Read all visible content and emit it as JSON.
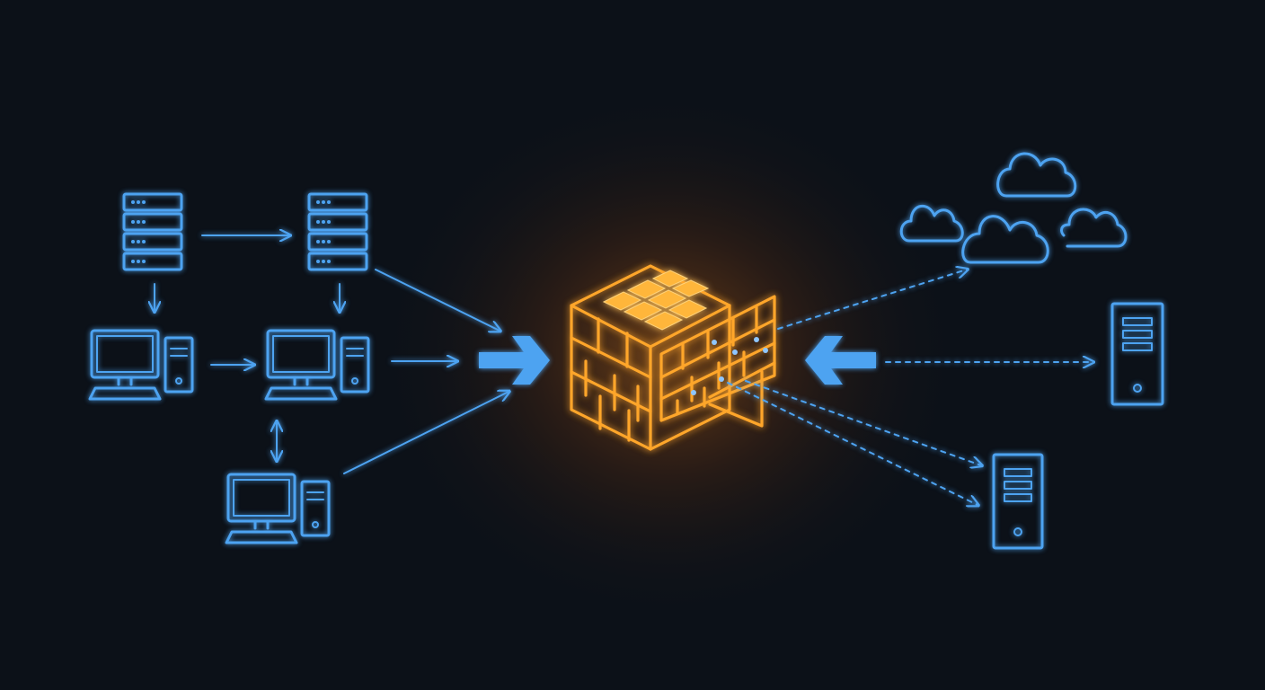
{
  "diagram": {
    "nodes": [
      {
        "id": "server-rack-1",
        "kind": "server-rack-icon"
      },
      {
        "id": "server-rack-2",
        "kind": "server-rack-icon"
      },
      {
        "id": "workstation-1",
        "kind": "desktop-computer-icon"
      },
      {
        "id": "workstation-2",
        "kind": "desktop-computer-icon"
      },
      {
        "id": "workstation-3",
        "kind": "desktop-computer-icon"
      },
      {
        "id": "firewall",
        "kind": "firewall-brick-cube-icon"
      },
      {
        "id": "cloud-group",
        "kind": "cloud-icon",
        "count": 4
      },
      {
        "id": "tower-server-1",
        "kind": "tower-server-icon"
      },
      {
        "id": "tower-server-2",
        "kind": "tower-server-icon"
      }
    ],
    "edges": [
      {
        "from": "server-rack-1",
        "to": "server-rack-2",
        "style": "solid"
      },
      {
        "from": "server-rack-1",
        "to": "workstation-1",
        "style": "solid"
      },
      {
        "from": "server-rack-2",
        "to": "workstation-2",
        "style": "solid"
      },
      {
        "from": "workstation-1",
        "to": "workstation-2",
        "style": "solid"
      },
      {
        "from": "workstation-2",
        "to": "workstation-3",
        "style": "solid-bidirectional"
      },
      {
        "from": "server-rack-2",
        "to": "firewall",
        "style": "solid"
      },
      {
        "from": "workstation-2",
        "to": "firewall",
        "style": "solid"
      },
      {
        "from": "workstation-3",
        "to": "firewall",
        "style": "solid"
      },
      {
        "from": "firewall",
        "to": "cloud-group",
        "style": "dashed"
      },
      {
        "from": "firewall",
        "to": "tower-server-1",
        "style": "dashed"
      },
      {
        "from": "firewall",
        "to": "tower-server-2",
        "style": "dashed"
      }
    ],
    "big_arrows": [
      {
        "id": "inbound-left",
        "direction": "right",
        "color": "#4ea3f1"
      },
      {
        "id": "inbound-right",
        "direction": "left",
        "color": "#4ea3f1"
      }
    ],
    "colors": {
      "background": "#0c1118",
      "network": "#4ea3f1",
      "firewall": "#ffa62b",
      "firewall_fill": "#ffb63a"
    }
  }
}
